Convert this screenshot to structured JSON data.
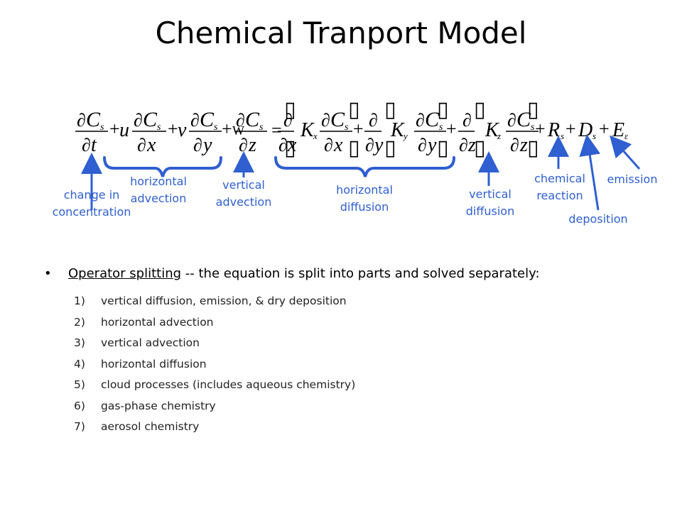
{
  "title": "Chemical Tranport Model",
  "colors": {
    "accent": "#2f5fd0",
    "text": "#000000"
  },
  "equation": {
    "sub_s": "s",
    "sub_x": "x",
    "sub_y": "y",
    "sub_z": "z",
    "sub_eps": "ε",
    "C": "C",
    "t": "t",
    "x": "x",
    "y": "y",
    "z": "z",
    "u": "u",
    "v": "v",
    "w": "W",
    "K": "K",
    "R": "R",
    "D": "D",
    "E": "E",
    "plus": "+",
    "equals": "=",
    "partial": "∂",
    "missing_glyph": "▯"
  },
  "labels": {
    "change": [
      "change in",
      "concentration"
    ],
    "hadv": [
      "horizontal",
      "advection"
    ],
    "vadv": [
      "vertical",
      "advection"
    ],
    "hdiff": [
      "horizontal",
      "diffusion"
    ],
    "vdiff": [
      "vertical",
      "diffusion"
    ],
    "chem": [
      "chemical",
      "reaction"
    ],
    "deposition": "deposition",
    "emission": "emission"
  },
  "bullet": {
    "dot": "•",
    "underlined": "Operator splitting",
    "rest": " -- the equation is split into parts and solved separately:"
  },
  "steps": [
    {
      "num": "1)",
      "text": "vertical diffusion, emission, & dry deposition"
    },
    {
      "num": "2)",
      "text": "horizontal advection"
    },
    {
      "num": "3)",
      "text": "vertical advection"
    },
    {
      "num": "4)",
      "text": "horizontal diffusion"
    },
    {
      "num": "5)",
      "text": "cloud processes (includes aqueous chemistry)"
    },
    {
      "num": "6)",
      "text": "gas-phase chemistry"
    },
    {
      "num": "7)",
      "text": "aerosol chemistry"
    }
  ]
}
